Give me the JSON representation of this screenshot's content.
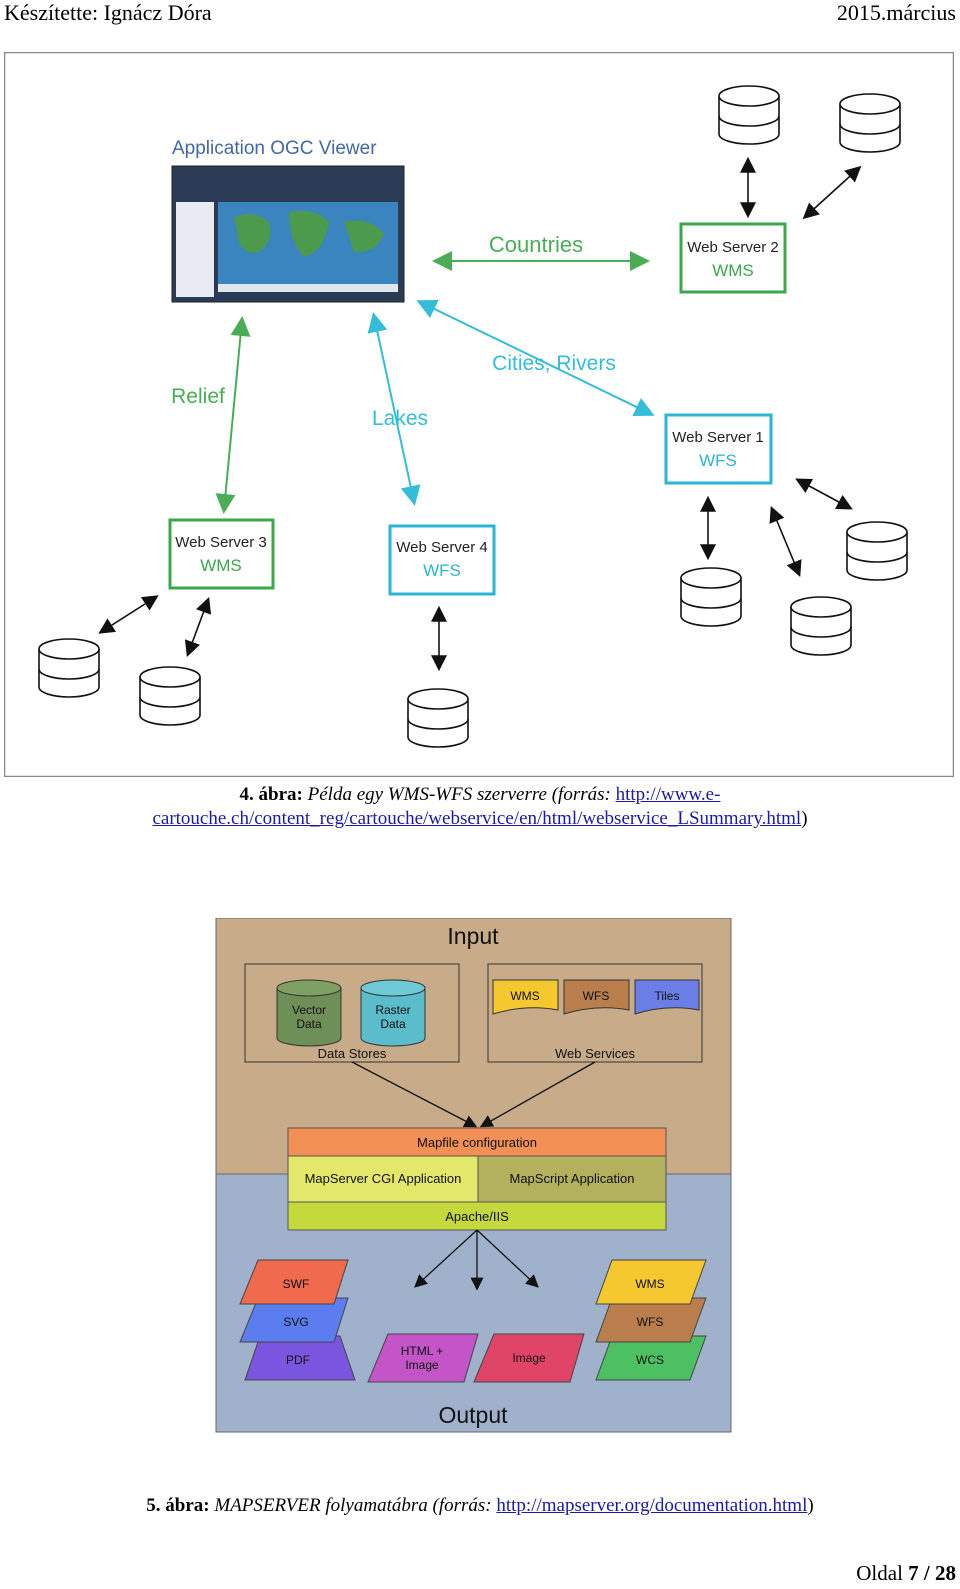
{
  "header": {
    "author": "Készítette: Ignácz Dóra",
    "date": "2015.március"
  },
  "figure4": {
    "viewer_title": "Application OGC Viewer",
    "labels": {
      "countries": "Countries",
      "cities_rivers": "Cities, Rivers",
      "relief": "Relief",
      "lakes": "Lakes"
    },
    "servers": [
      {
        "name": "Web Server 2",
        "type": "WMS",
        "color": "#3aa84a"
      },
      {
        "name": "Web Server 1",
        "type": "WFS",
        "color": "#2bb5d0"
      },
      {
        "name": "Web Server 3",
        "type": "WMS",
        "color": "#3aa84a"
      },
      {
        "name": "Web Server 4",
        "type": "WFS",
        "color": "#2bb5d0"
      }
    ]
  },
  "caption4": {
    "label": "4. ábra:",
    "text": "Példa egy WMS-WFS szerverre (forrás: ",
    "link_part1": "http://www.e-",
    "link_part2": "cartouche.ch/content_reg/cartouche/webservice/en/html/webservice_LSummary.html",
    "close": ")"
  },
  "figure5": {
    "input_title": "Input",
    "output_title": "Output",
    "data_stores_label": "Data Stores",
    "web_services_label": "Web Services",
    "vector_line1": "Vector",
    "vector_line2": "Data",
    "raster_line1": "Raster",
    "raster_line2": "Data",
    "ws_wms": "WMS",
    "ws_wfs": "WFS",
    "ws_tiles": "Tiles",
    "mapfile": "Mapfile configuration",
    "cgi": "MapServer CGI Application",
    "mapscript": "MapScript Application",
    "apache": "Apache/IIS",
    "out_swf": "SWF",
    "out_svg": "SVG",
    "out_pdf": "PDF",
    "out_html_line1": "HTML +",
    "out_html_line2": "Image",
    "out_image": "Image",
    "out_wms": "WMS",
    "out_wfs": "WFS",
    "out_wcs": "WCS",
    "colors": {
      "input_bg": "#c8ac8a",
      "output_bg": "#a0b2cb",
      "vector": "#6f8f58",
      "raster": "#5bbccb",
      "wms_yellow": "#f5c830",
      "wfs_brown": "#b97e4b",
      "tiles_blue": "#6a7ee5",
      "mapfile": "#f39055",
      "cgi": "#e4e86a",
      "mapscript": "#b3b05e",
      "apache": "#c5d93c",
      "swf": "#f06a4e",
      "svg": "#5b7df0",
      "pdf": "#7a55e0",
      "html": "#c355c8",
      "image": "#e04568",
      "wcs": "#4cc062"
    }
  },
  "caption5": {
    "label": "5. ábra:",
    "text": "MAPSERVER folyamatábra (forrás: ",
    "link": "http://mapserver.org/documentation.html",
    "close": ")"
  },
  "footer": {
    "prefix": "Oldal ",
    "page": "7",
    "sep": " / ",
    "total": "28"
  }
}
